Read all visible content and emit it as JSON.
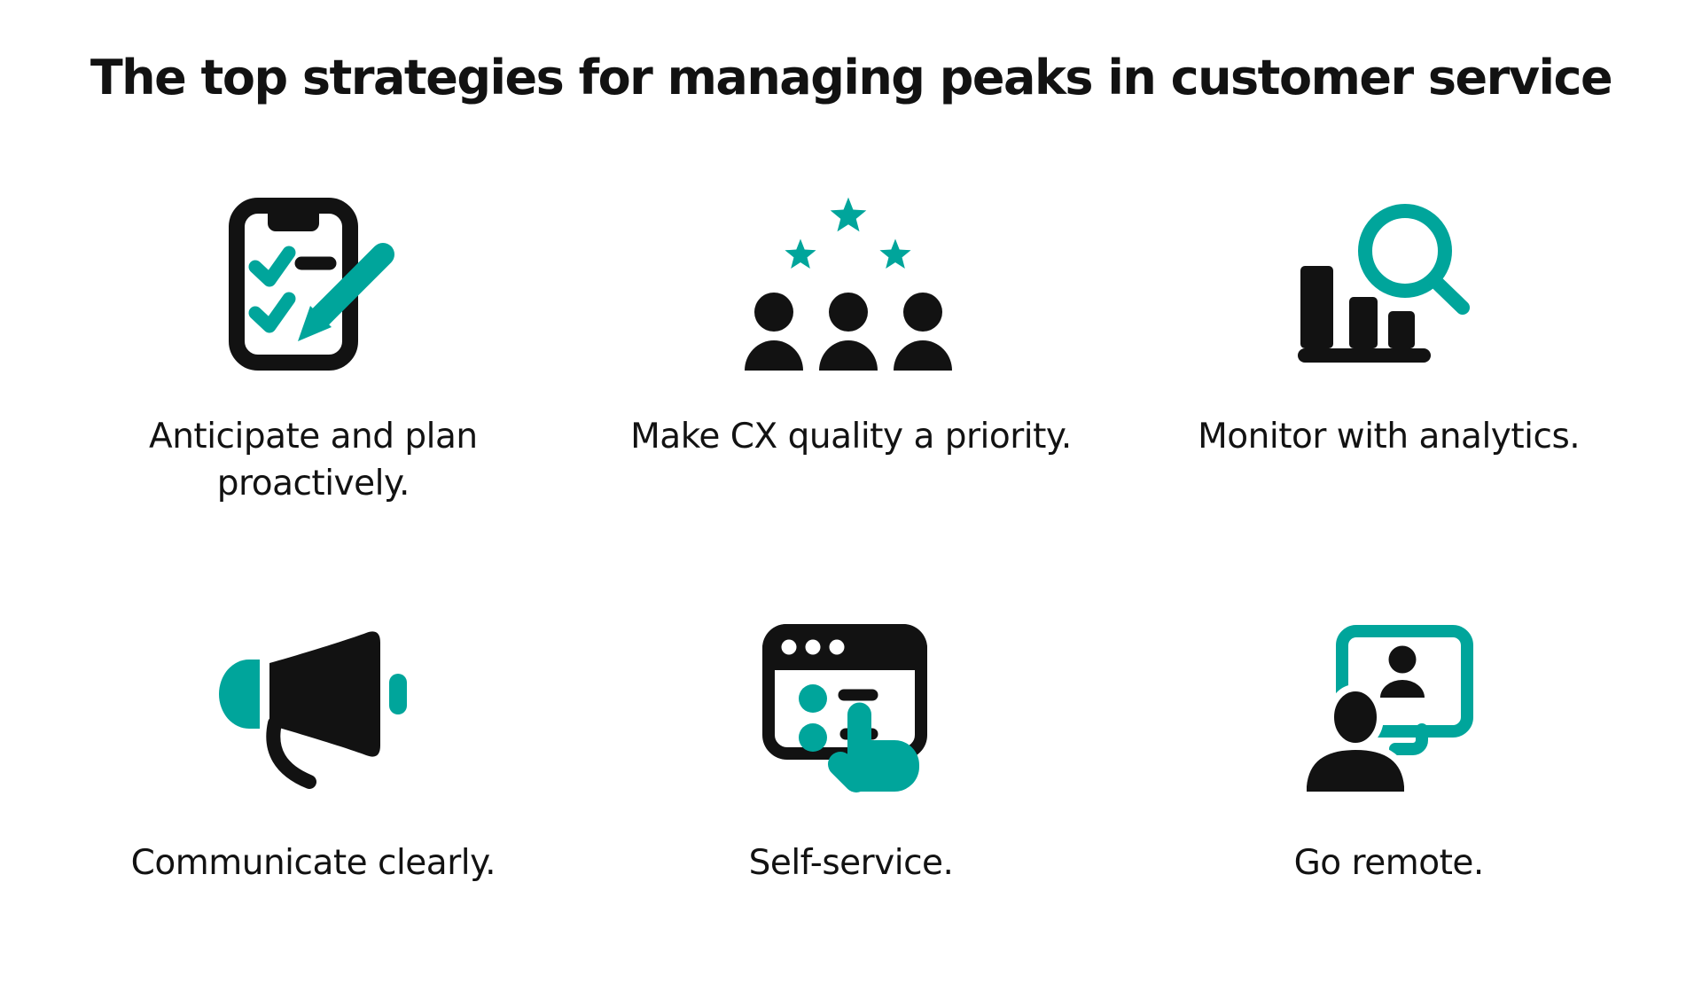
{
  "title": "The top strategies for managing peaks in customer service",
  "colors": {
    "accent": "#00a59b",
    "ink": "#121212",
    "background": "#ffffff"
  },
  "items": [
    {
      "icon": "clipboard-checklist-pen-icon",
      "label": "Anticipate and plan proactively."
    },
    {
      "icon": "team-with-stars-icon",
      "label": "Make CX quality a priority."
    },
    {
      "icon": "bar-chart-magnifier-icon",
      "label": "Monitor with analytics."
    },
    {
      "icon": "megaphone-icon",
      "label": "Communicate clearly."
    },
    {
      "icon": "browser-tap-hand-icon",
      "label": "Self-service."
    },
    {
      "icon": "person-video-screen-icon",
      "label": "Go remote."
    }
  ]
}
